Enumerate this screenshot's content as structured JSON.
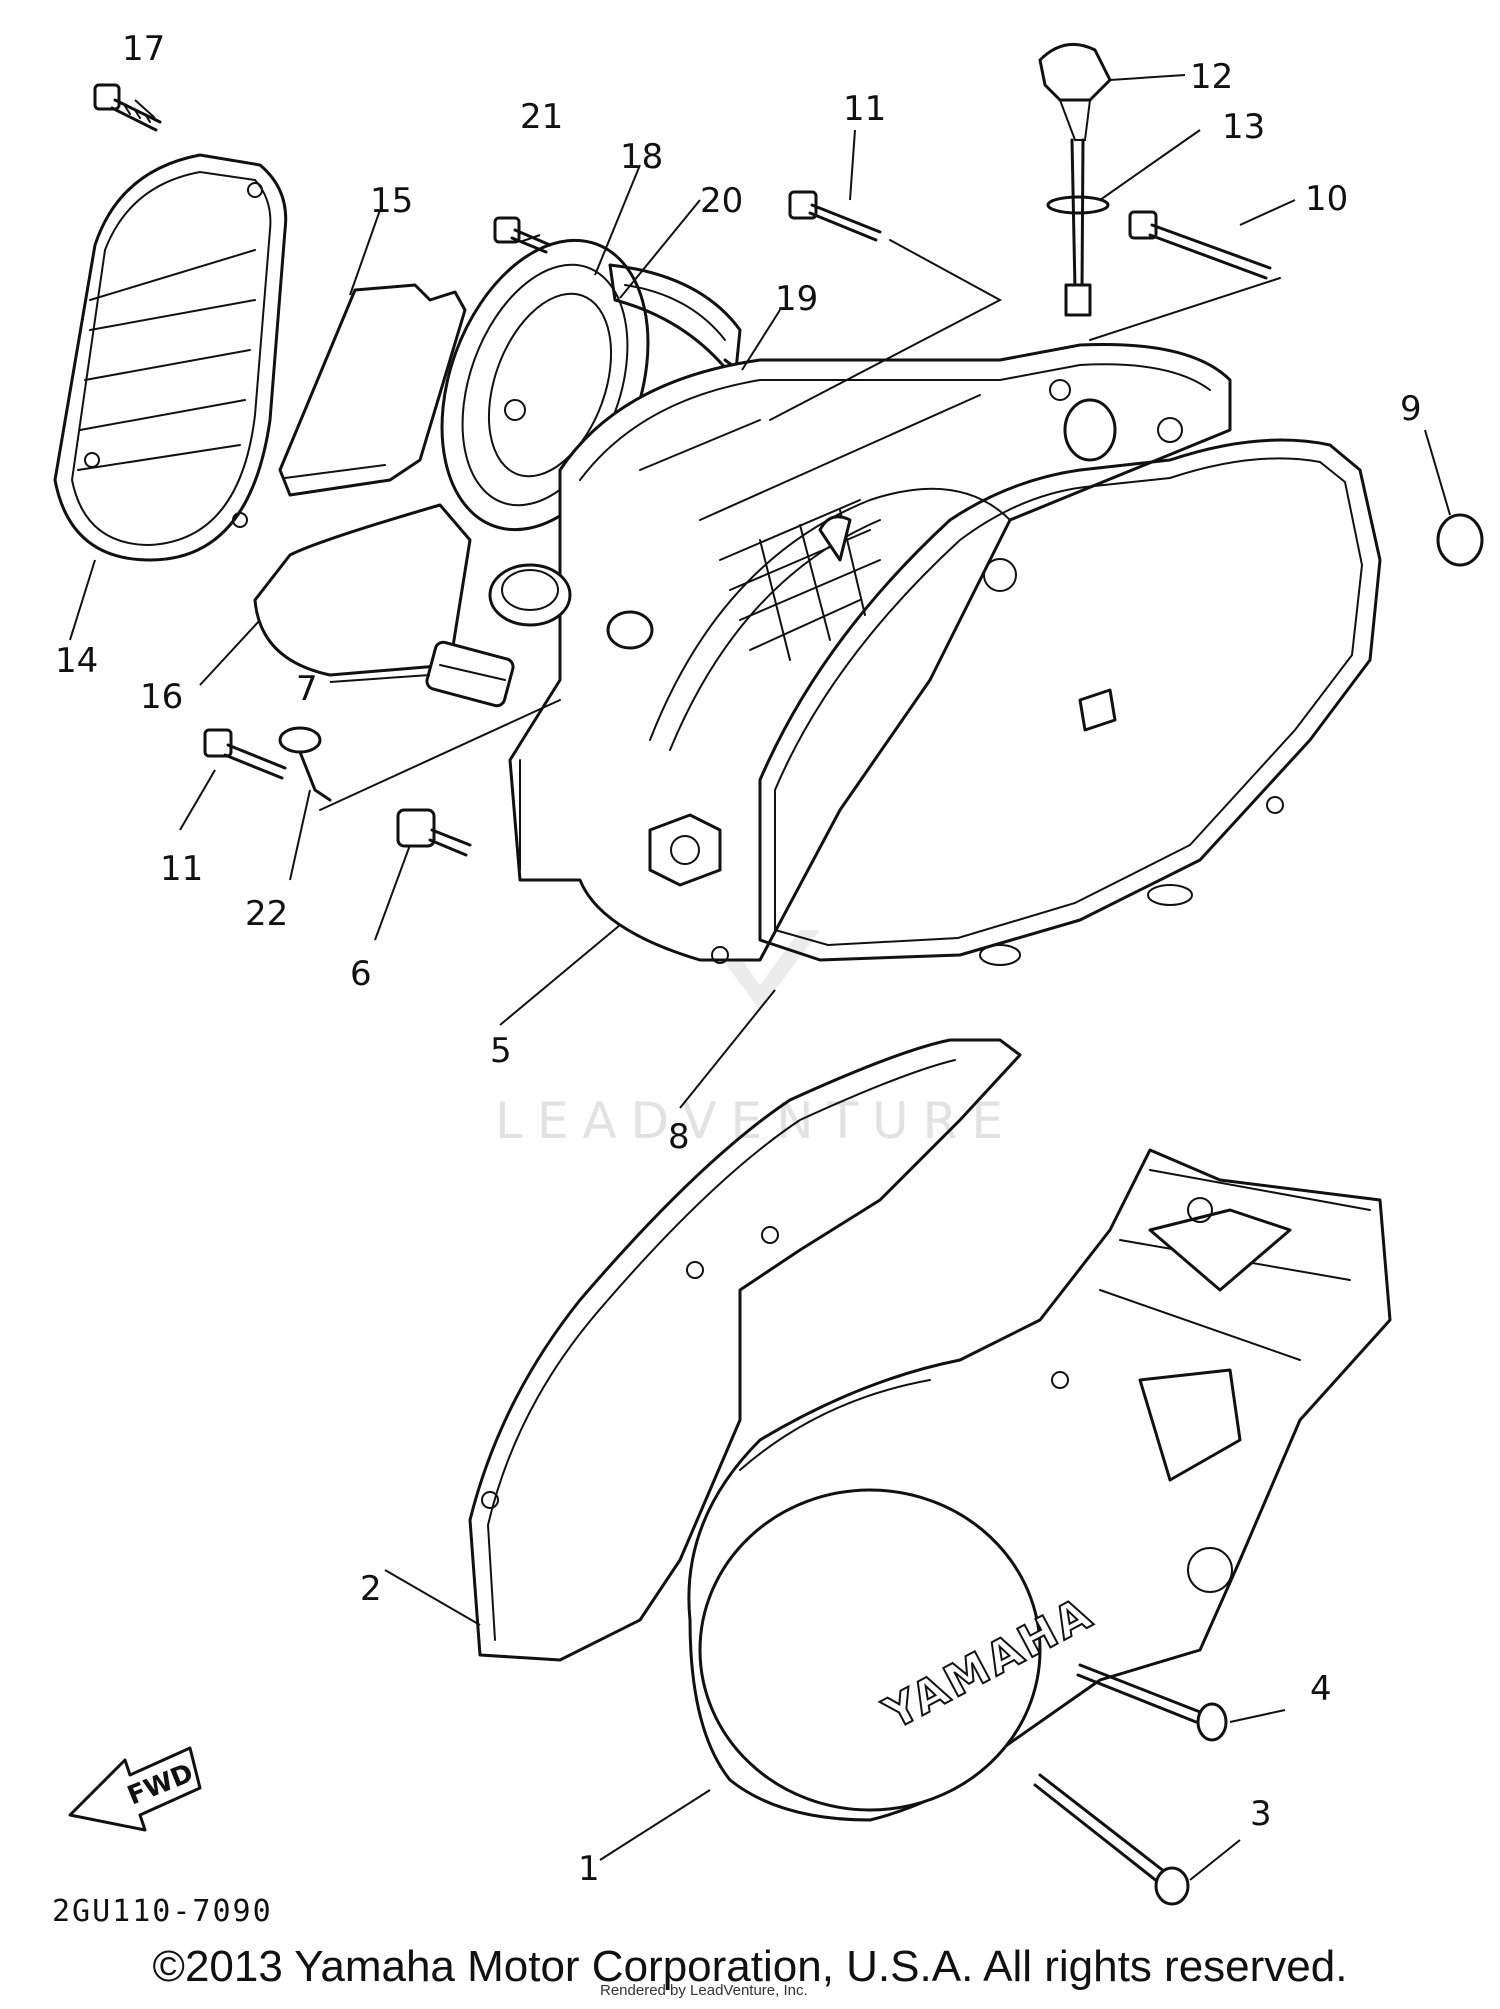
{
  "diagram": {
    "code": "2GU110-7090",
    "watermark": "LEADVENTURE",
    "logo_text": "YAMAHA",
    "direction_label": "FWD",
    "copyright": "©2013 Yamaha Motor Corporation, U.S.A. All rights reserved.",
    "rendered_by": "Rendered by LeadVenture, Inc."
  },
  "callouts": [
    {
      "id": "c1",
      "label": "1"
    },
    {
      "id": "c2",
      "label": "2"
    },
    {
      "id": "c3",
      "label": "3"
    },
    {
      "id": "c4",
      "label": "4"
    },
    {
      "id": "c5",
      "label": "5"
    },
    {
      "id": "c6",
      "label": "6"
    },
    {
      "id": "c7",
      "label": "7"
    },
    {
      "id": "c8",
      "label": "8"
    },
    {
      "id": "c9",
      "label": "9"
    },
    {
      "id": "c10",
      "label": "10"
    },
    {
      "id": "c11a",
      "label": "11"
    },
    {
      "id": "c11b",
      "label": "11"
    },
    {
      "id": "c12",
      "label": "12"
    },
    {
      "id": "c13",
      "label": "13"
    },
    {
      "id": "c14",
      "label": "14"
    },
    {
      "id": "c15",
      "label": "15"
    },
    {
      "id": "c16",
      "label": "16"
    },
    {
      "id": "c17",
      "label": "17"
    },
    {
      "id": "c18",
      "label": "18"
    },
    {
      "id": "c19",
      "label": "19"
    },
    {
      "id": "c20",
      "label": "20"
    },
    {
      "id": "c21",
      "label": "21"
    },
    {
      "id": "c22",
      "label": "22"
    }
  ]
}
